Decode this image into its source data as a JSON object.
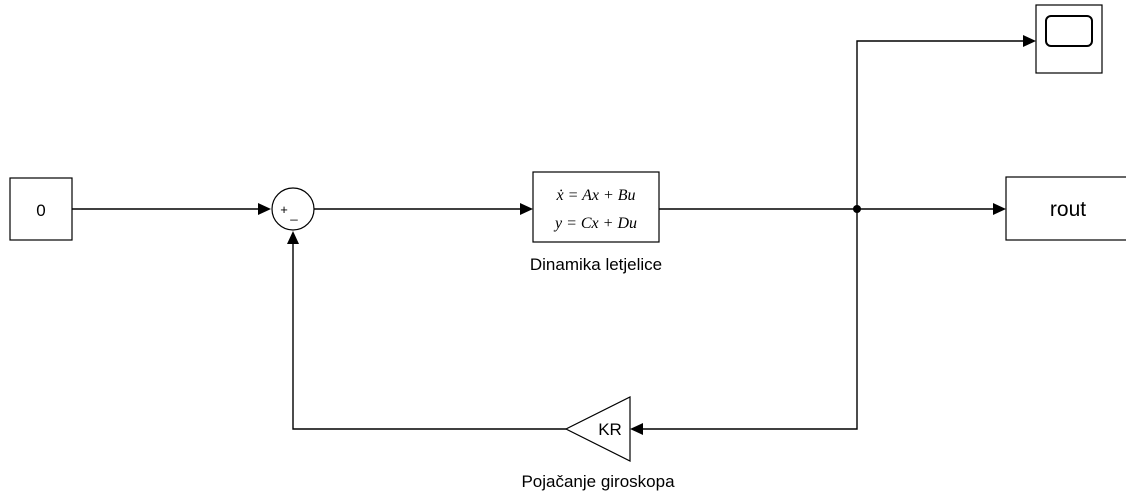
{
  "blocks": {
    "constant": {
      "value": "0"
    },
    "sum": {
      "plus_sign": "+",
      "minus_sign": "_"
    },
    "state_space": {
      "eq1": "ẋ = Ax + Bu",
      "eq2": "y = Cx + Du",
      "caption": "Dinamika letjelice"
    },
    "scope": {
      "icon": "scope-icon"
    },
    "out": {
      "label": "rout"
    },
    "gain": {
      "value": "KR",
      "caption": "Pojačanje giroskopa"
    }
  }
}
